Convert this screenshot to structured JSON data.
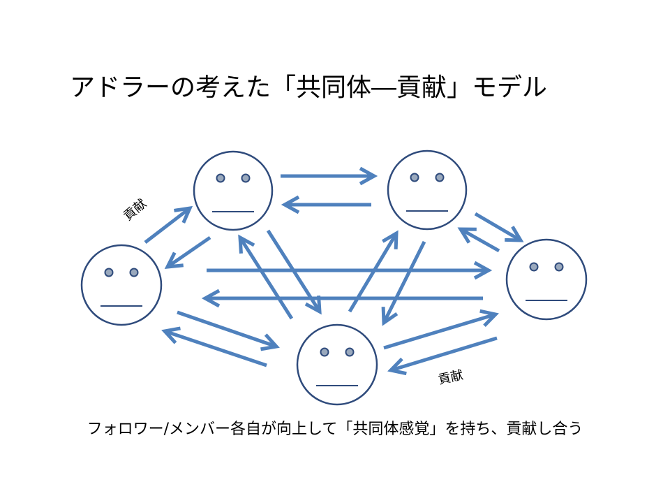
{
  "slide": {
    "title": "アドラーの考えた「共同体―貢献」モデル",
    "caption": "フォロワー/メンバー各自が向上して「共同体感覚」を持ち、貢献し合う",
    "label_left": "貢献",
    "label_right": "貢献"
  },
  "colors": {
    "arrow": "#4f81bd",
    "face_outline": "#2f4b7c",
    "eye_fill": "#9aa9bd"
  },
  "faces": [
    {
      "id": "top-left"
    },
    {
      "id": "top-right"
    },
    {
      "id": "left"
    },
    {
      "id": "right"
    },
    {
      "id": "bottom"
    }
  ],
  "connections": [
    {
      "from": "top-left",
      "to": "top-right"
    },
    {
      "from": "top-right",
      "to": "top-left"
    },
    {
      "from": "left",
      "to": "top-left"
    },
    {
      "from": "top-left",
      "to": "left"
    },
    {
      "from": "top-left",
      "to": "bottom"
    },
    {
      "from": "bottom",
      "to": "top-left"
    },
    {
      "from": "bottom",
      "to": "top-right"
    },
    {
      "from": "top-right",
      "to": "bottom"
    },
    {
      "from": "top-right",
      "to": "right"
    },
    {
      "from": "right",
      "to": "top-right"
    },
    {
      "from": "left",
      "to": "right"
    },
    {
      "from": "right",
      "to": "left"
    },
    {
      "from": "left",
      "to": "bottom"
    },
    {
      "from": "bottom",
      "to": "left"
    },
    {
      "from": "bottom",
      "to": "right"
    },
    {
      "from": "right",
      "to": "bottom"
    }
  ]
}
